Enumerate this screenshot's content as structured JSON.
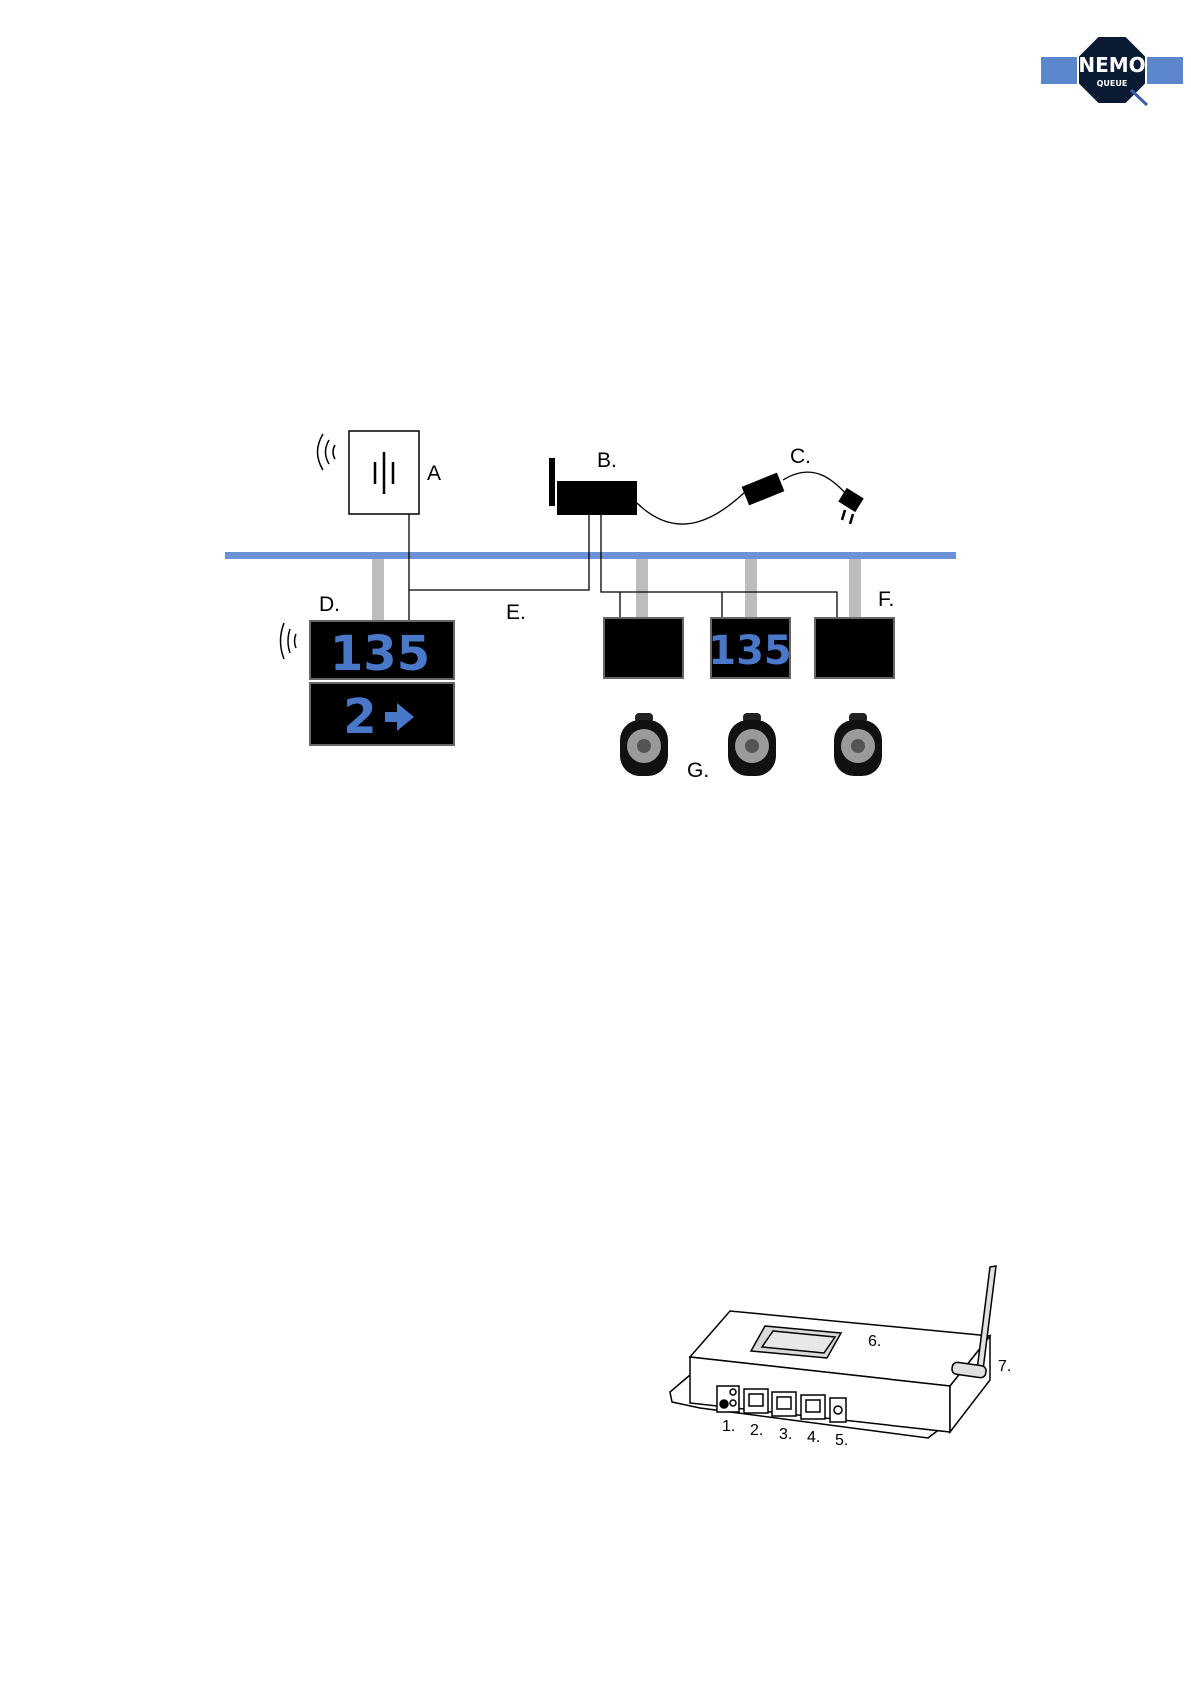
{
  "logo": {
    "line1": "NEMO",
    "line2": "QUEUE"
  },
  "colors": {
    "bus": "#6b92d6",
    "display_text": "#4a78c8",
    "logo_band": "#5b86cc",
    "logo_badge": "#0b1a33",
    "connector": "#bdbdbd"
  },
  "system_diagram": {
    "labels": {
      "a": "A",
      "b": "B.",
      "c": "C.",
      "d": "D.",
      "e": "E.",
      "f": "F.",
      "g": "G."
    },
    "main_display": {
      "number": "135",
      "counter": "2"
    },
    "counter_display": {
      "number": "135"
    }
  },
  "device_diagram": {
    "ports": [
      "1.",
      "2.",
      "3.",
      "4.",
      "5."
    ],
    "screen_label": "6.",
    "antenna_label": "7."
  }
}
